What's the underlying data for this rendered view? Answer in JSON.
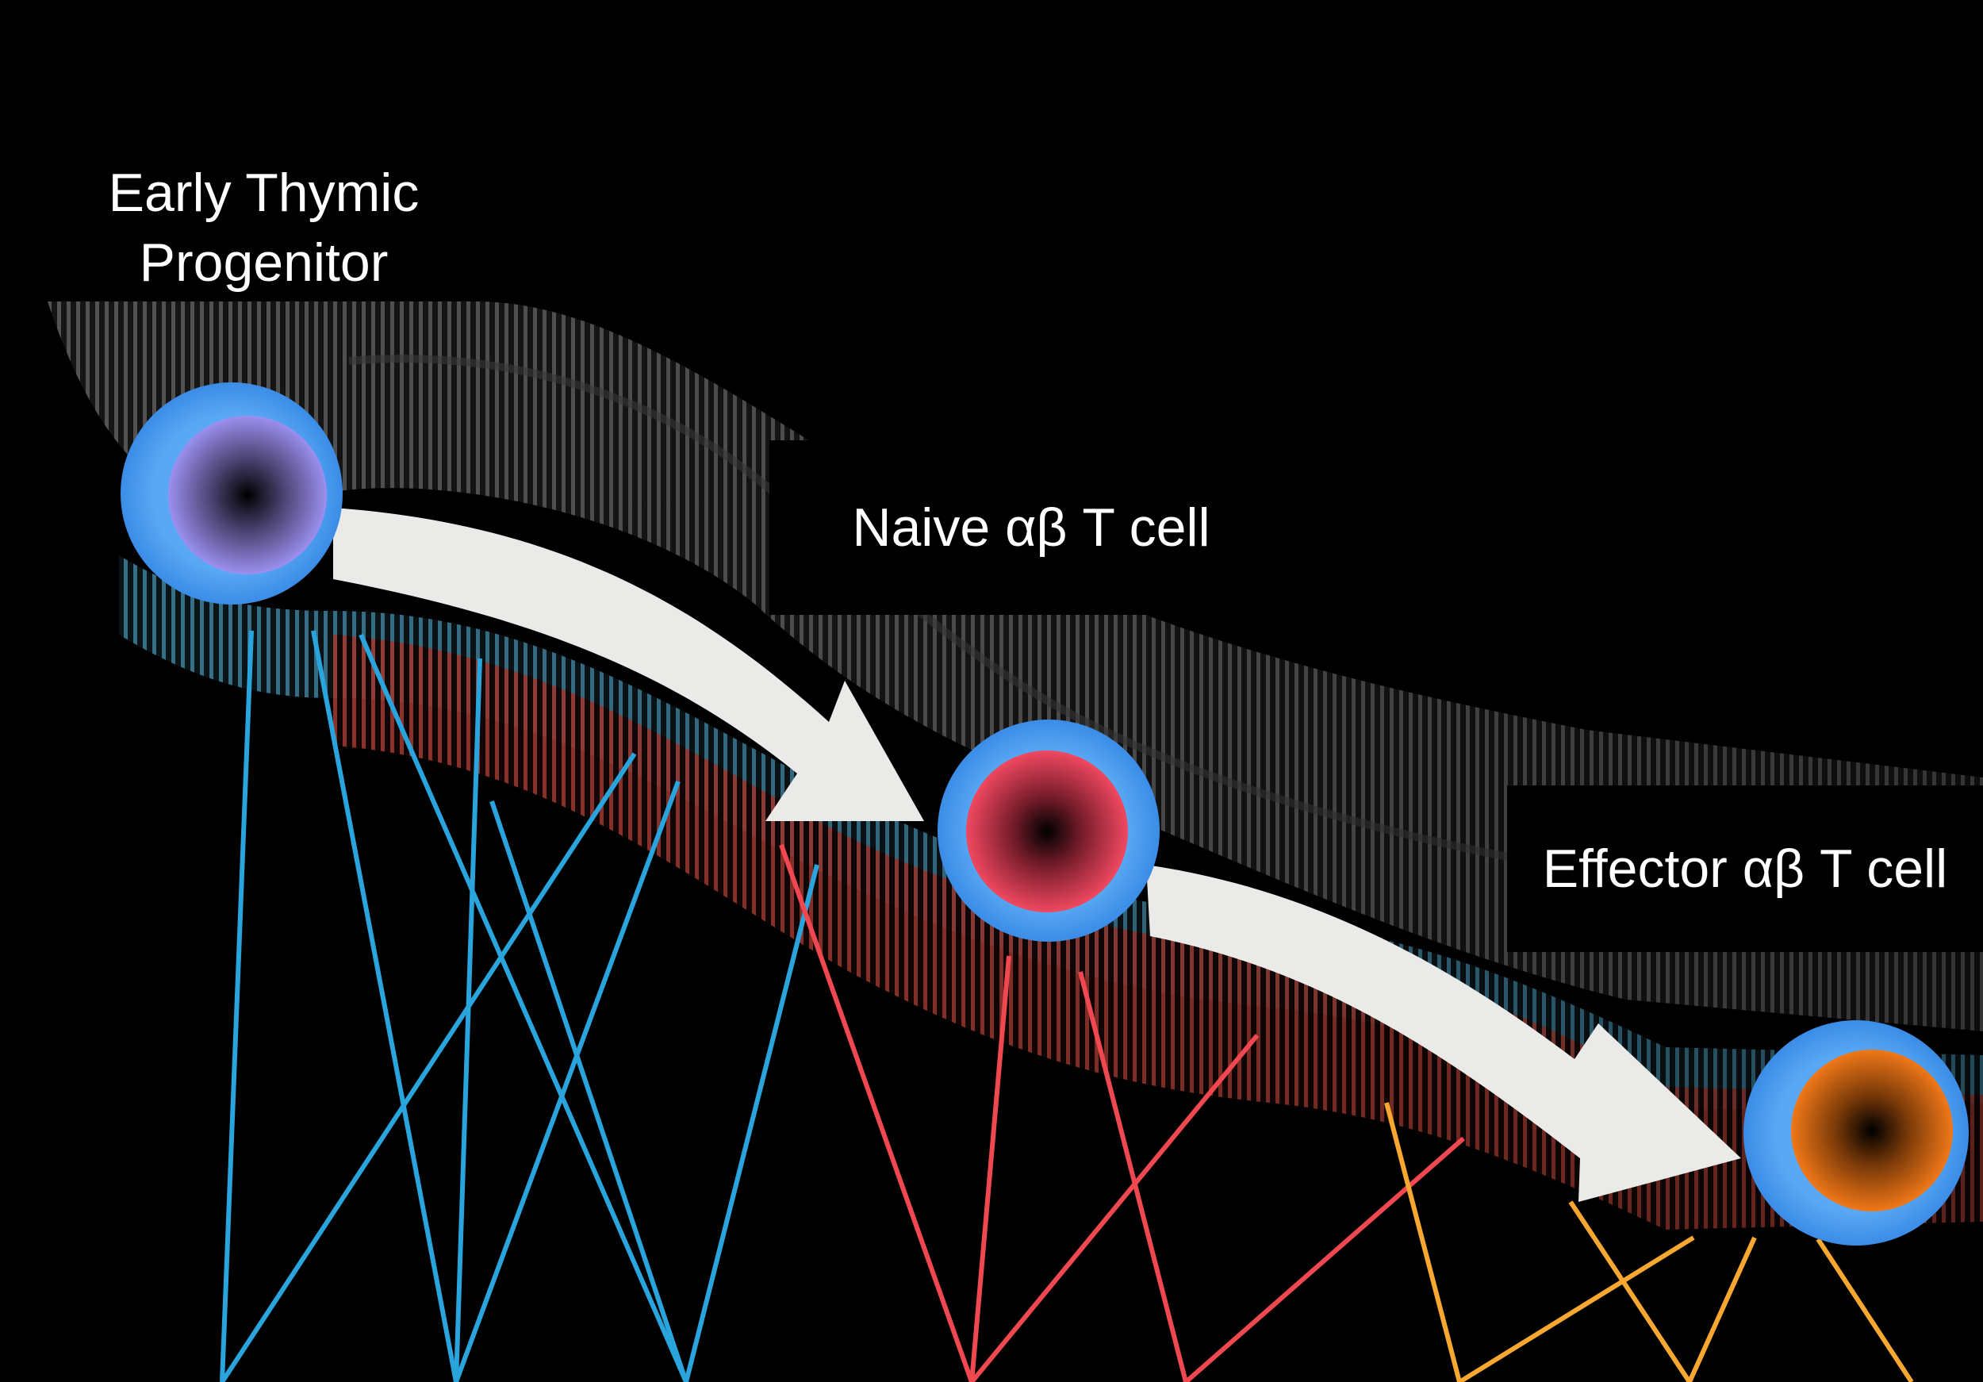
{
  "labels": {
    "early_thymic_line1": "Early Thymic",
    "early_thymic_line2": "Progenitor",
    "naive": "Naive αβ T cell",
    "effector": "Effector αβ T cell"
  },
  "colors": {
    "background": "#000000",
    "cell_outer": "#4a9cf0",
    "progenitor_core": "#9c8ff0",
    "naive_core": "#f04860",
    "effector_core": "#f07818",
    "blue_lines": "#2aa4dc",
    "red_lines": "#f04850",
    "orange_lines": "#f8a830",
    "arrow": "#eaeae8"
  },
  "icons": [
    "progenitor-cell-icon",
    "naive-cell-icon",
    "effector-cell-icon",
    "transition-arrow-icon"
  ]
}
